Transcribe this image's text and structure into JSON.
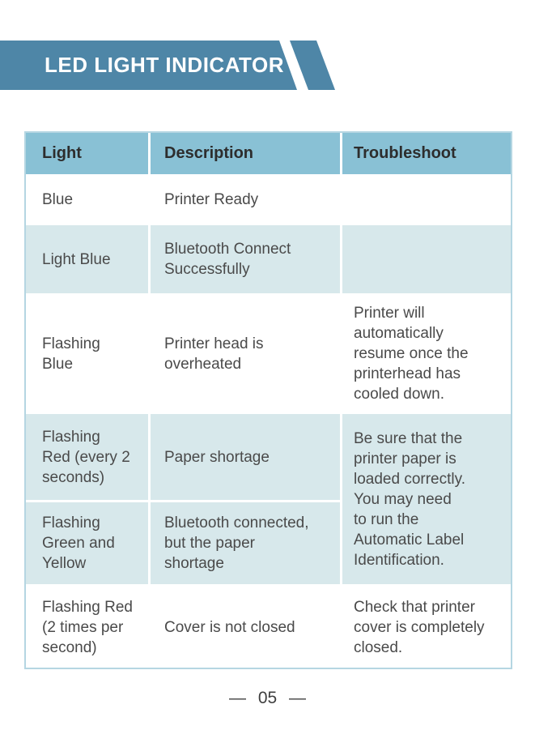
{
  "banner": {
    "title": "LED LIGHT INDICATOR"
  },
  "colors": {
    "banner_blue": "#4e86a7",
    "header_blue": "#89c1d5",
    "row_light_blue": "#d7e8eb",
    "table_border": "#b5d6e2",
    "divider_white": "#ffffff",
    "body_text": "#4a4a4a",
    "header_text": "#2d2d2d"
  },
  "table": {
    "headers": [
      "Light",
      "Description",
      "Troubleshoot"
    ],
    "rows": [
      {
        "light": "Blue",
        "description": "Printer Ready",
        "troubleshoot": ""
      },
      {
        "light": "Light Blue",
        "description": "Bluetooth Connect\nSuccessfully",
        "troubleshoot": ""
      },
      {
        "light": "Flashing\nBlue",
        "description": "Printer head is\noverheated",
        "troubleshoot": "Printer will\nautomatically\nresume once the\nprinterhead has\ncooled down."
      },
      {
        "light": "Flashing\nRed (every 2\nseconds)",
        "description": "Paper shortage",
        "troubleshoot": "Be sure that the\nprinter paper is\nloaded correctly.\nYou may need\nto run the\nAutomatic Label\nIdentification.",
        "troubleshoot_rowspan": 2
      },
      {
        "light": "Flashing\nGreen and\nYellow",
        "description": "Bluetooth connected,\nbut the paper\nshortage"
      },
      {
        "light": "Flashing Red\n(2 times per\nsecond)",
        "description": "Cover is not closed",
        "troubleshoot": "Check that printer\ncover is completely\nclosed."
      }
    ]
  },
  "footer": {
    "page_label": "— 05 —"
  }
}
